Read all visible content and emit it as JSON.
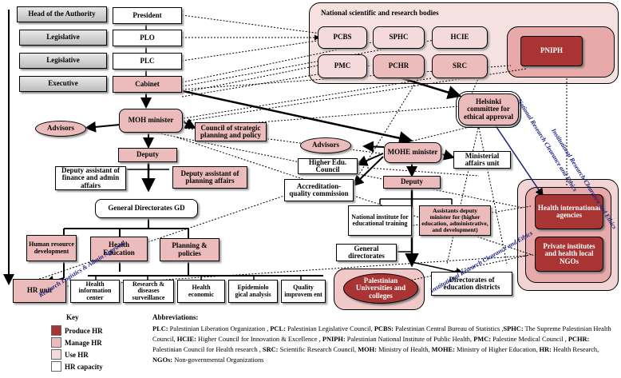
{
  "colors": {
    "produce": "#a83434",
    "manage": "#ecbcbc",
    "use": "#f4dada",
    "capacity": "#ffffff"
  },
  "levels": {
    "head": "Head of the Authority",
    "legislative1": "Legislative",
    "legislative2": "Legislative",
    "executive": "Executive"
  },
  "top": {
    "president": "President",
    "plo": "PLO",
    "plc": "PLC",
    "cabinet": "Cabinet"
  },
  "national": {
    "title": "National scientific and research bodies",
    "pcbs": "PCBS",
    "sphc": "SPHC",
    "hcie": "HCIE",
    "pniph": "PNIPH",
    "pmc": "PMC",
    "pchr": "PCHR",
    "src": "SRC"
  },
  "helsinki": "Helsinki committee for ethical approval",
  "moh": {
    "minister": "MOH minister",
    "advisors": "Advisors",
    "council": "Council of strategic planning and policy",
    "deputy": "Deputy",
    "dep_finance": "Deputy assistant of finance and admin affairs",
    "dep_planning": "Deputy assistant of planning affairs",
    "gd": "General Directorates GD",
    "hr_dev": "Human resource development",
    "health_edu": "Health Education",
    "planning": "Planning & policies",
    "hr_unit": "HR unit",
    "his": "Health information center",
    "research": "Research & diseases surveillance",
    "economic": "Health economic",
    "epi": "Epidemiolo gical analysis",
    "quality": "Quality improvem ent"
  },
  "mohe": {
    "minister": "MOHE minister",
    "advisors": "Advisors",
    "higher_council": "Higher Edu. Council",
    "accreditation": "Accreditation-quality commission",
    "ministerial": "Ministerial affairs unit",
    "deputy": "Deputy",
    "national_inst": "National institute for educational training",
    "assistants": "Assistants deputy minister for (higher education, administrative, and development)",
    "general_dir": "General directorates",
    "universities": "Palestinian Universities and colleges",
    "districts": "Directorates of education districts"
  },
  "right": {
    "international": "Health international agencies",
    "private": "Private institutes and health local NGOs"
  },
  "rotated_labels": {
    "national_clearance": "National Research Clearance and Ethics",
    "institutional_top": "Institutional Research Clearance and Ethics",
    "institutional_bottom": "Institutional Research Clearance and Ethics",
    "research_admin": "Research Logistics & Admin Approval"
  },
  "key": {
    "title": "Key",
    "produce": "Produce HR",
    "manage": "Manage HR",
    "use": "Use HR",
    "capacity": "HR capacity"
  },
  "abbreviations": {
    "title": "Abbreviations:",
    "lines": [
      {
        "k": "PLC:",
        "v": " Palestinian Liberation Organization ,  "
      },
      {
        "k": "PCL:",
        "v": " Palestinian Legislative Council, "
      },
      {
        "k": "PCBS:",
        "v": " Palestinian Central Bureau of Statistics ,"
      },
      {
        "k": "SPHC:",
        "v": " The Supreme Palestinian Health Council, "
      },
      {
        "k": "HCIE:",
        "v": " Higher Council for Innovation & Excellence ,  "
      },
      {
        "k": "PNIPH:",
        "v": " Palestinian National Institute of Public Health, "
      },
      {
        "k": "PMC:",
        "v": " Palestine Medical Council ,  "
      },
      {
        "k": "PCHR:",
        "v": " Palestinian Council for Health research , "
      },
      {
        "k": "SRC:",
        "v": " Scientific  Research Council,  "
      },
      {
        "k": "MOH:",
        "v": " Ministry of Health,  "
      },
      {
        "k": "MOHE:",
        "v": " Ministry of Higher Education,  "
      },
      {
        "k": "HR:",
        "v": " Health Research, "
      },
      {
        "k": "NGOs:",
        "v": " Non-governmental Organizations"
      }
    ]
  }
}
